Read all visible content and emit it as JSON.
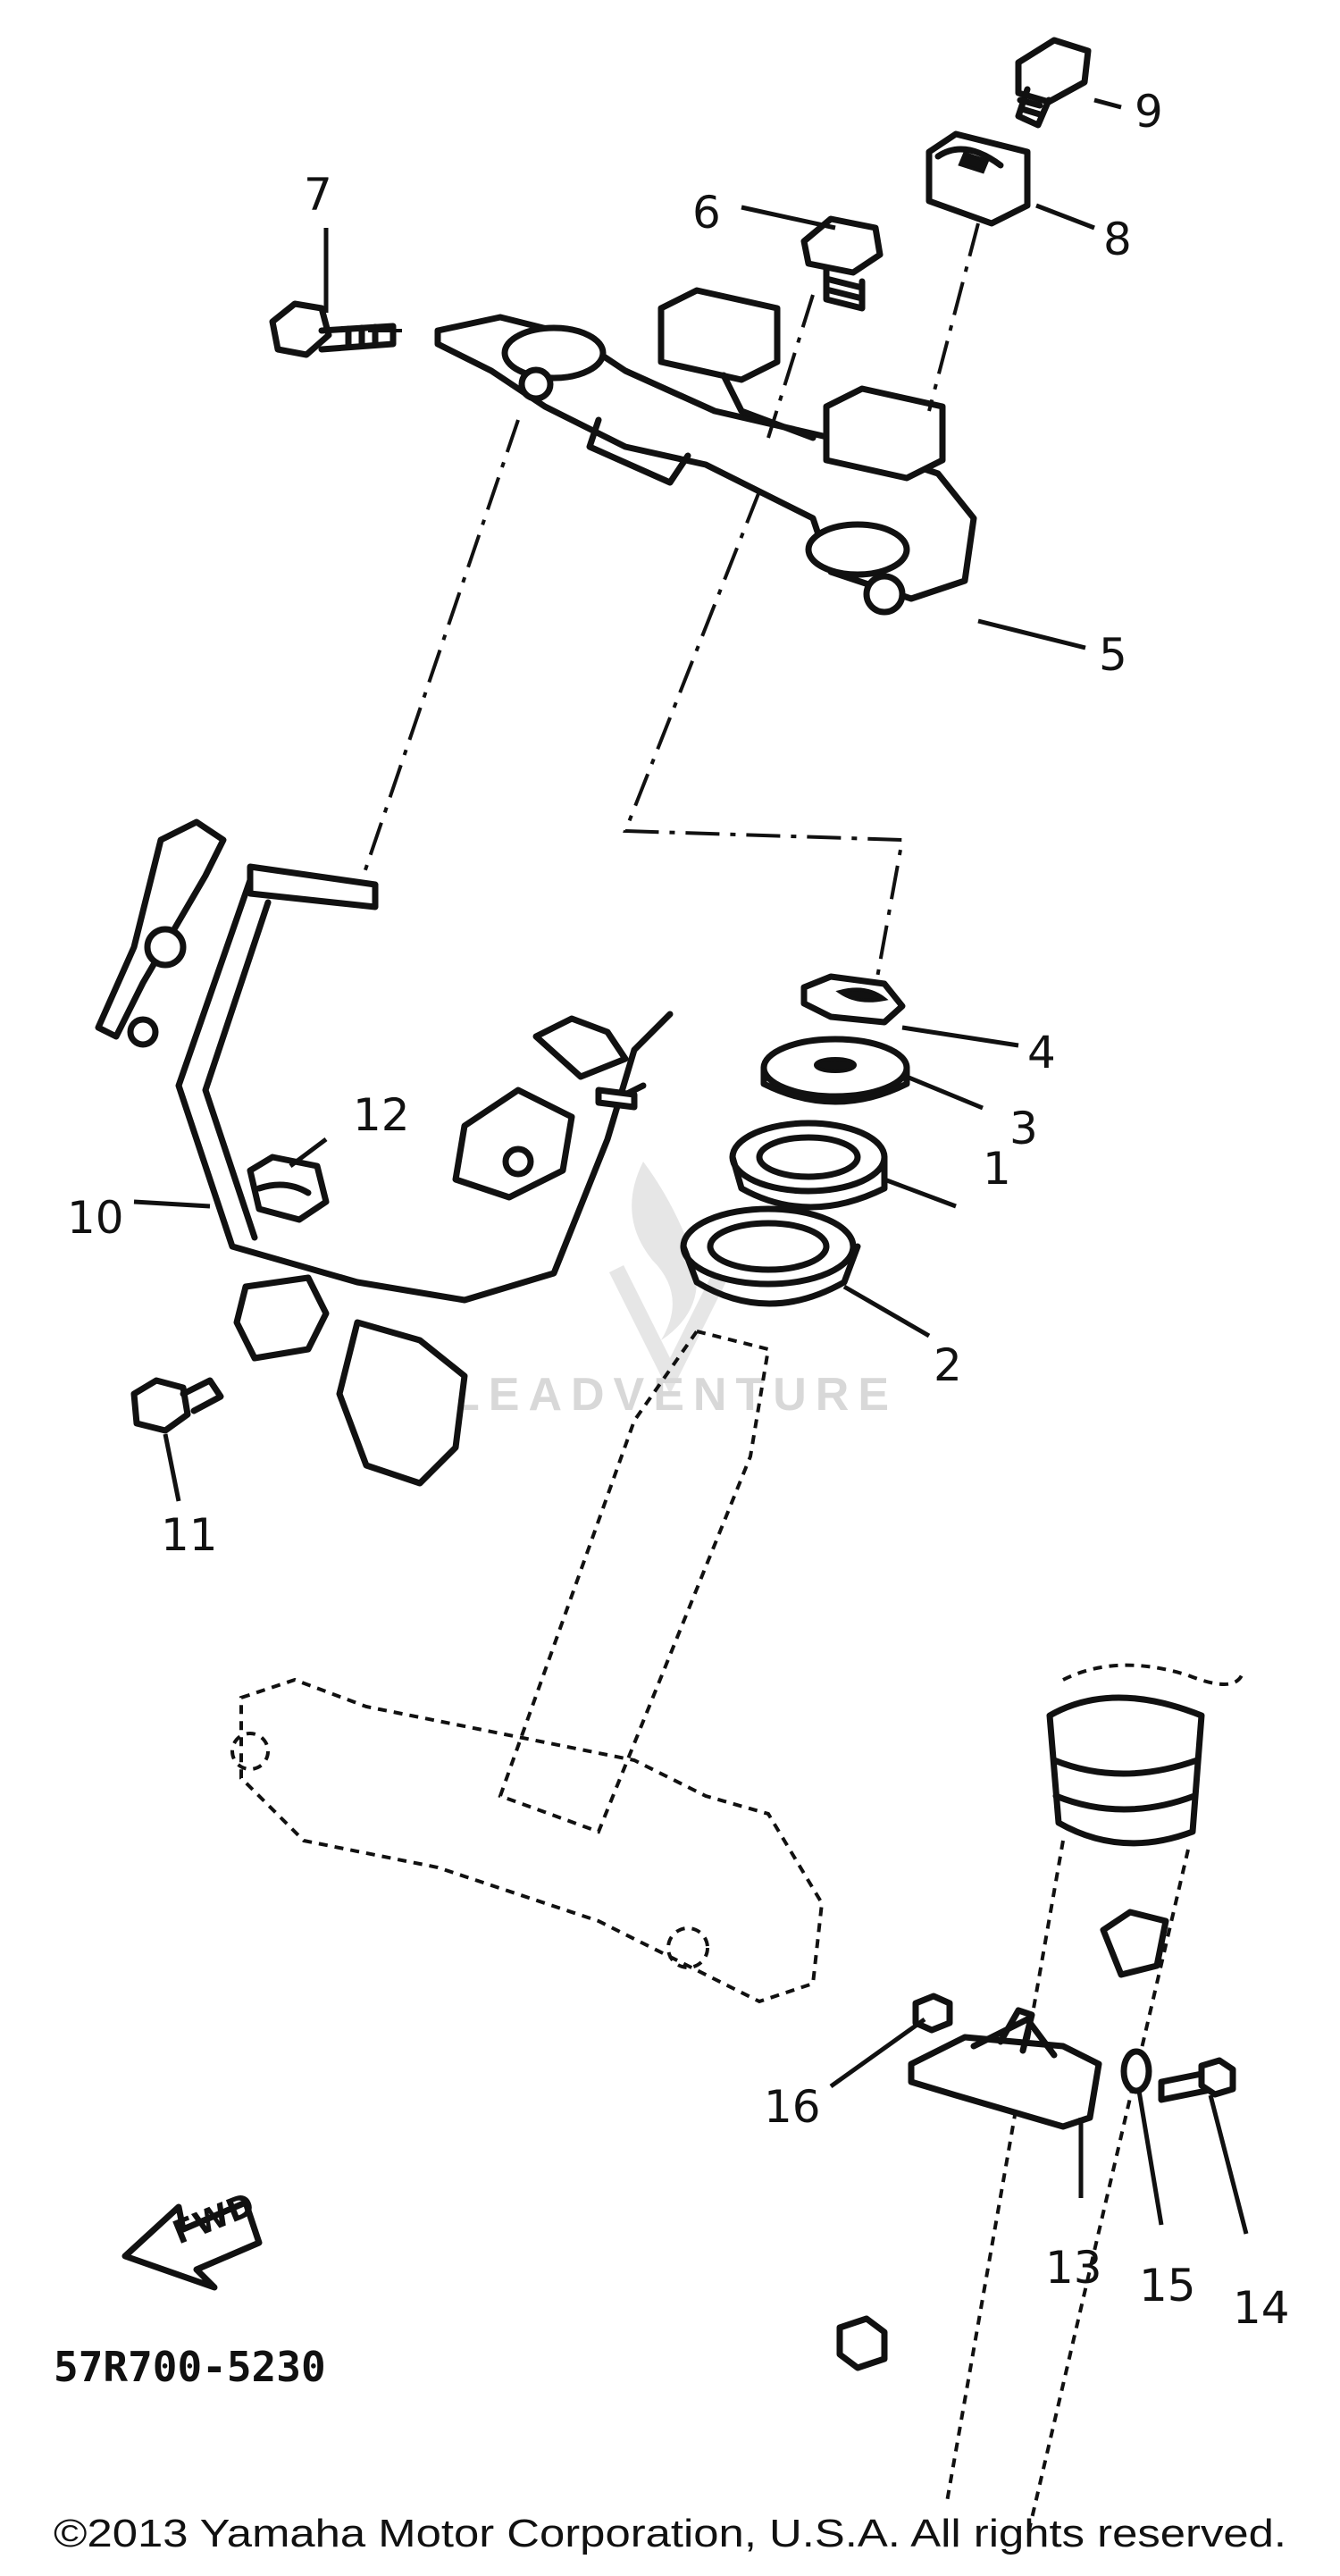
{
  "diagram": {
    "part_labels": [
      "1",
      "2",
      "3",
      "4",
      "5",
      "6",
      "7",
      "8",
      "9",
      "10",
      "11",
      "12",
      "13",
      "14",
      "15",
      "16"
    ],
    "fwd_arrow_label": "FWD",
    "diagram_code": "57R700-5230",
    "watermark_text": "LEADVENTURE",
    "copyright": "©2013 Yamaha Motor Corporation, U.S.A. All rights reserved."
  }
}
